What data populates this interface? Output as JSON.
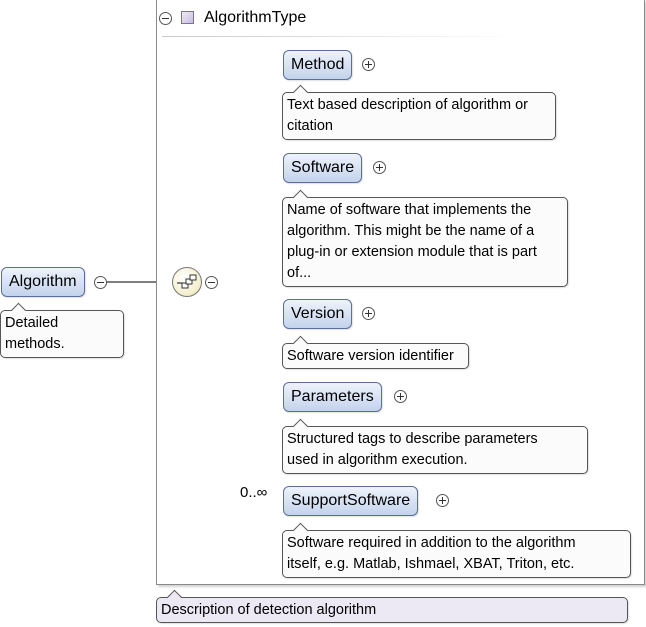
{
  "root_element": {
    "name": "Algorithm",
    "documentation": [
      "Detailed",
      "methods."
    ]
  },
  "type": {
    "name": "AlgorithmType",
    "documentation": "Description of detection algorithm"
  },
  "children": [
    {
      "name": "Method",
      "documentation": [
        "Text based description of algorithm or",
        "citation"
      ]
    },
    {
      "name": "Software",
      "documentation": [
        "Name of software that implements the",
        "algorithm. This might be the name of a",
        "plug-in or extension module that is part",
        "of..."
      ]
    },
    {
      "name": "Version",
      "documentation": [
        "Software version identifier"
      ]
    },
    {
      "name": "Parameters",
      "documentation": [
        "Structured tags to describe parameters",
        "used in algorithm execution."
      ]
    },
    {
      "name": "SupportSoftware",
      "occurrence": "0..∞",
      "documentation": [
        "Software required in addition to the algorithm",
        "itself, e.g. Matlab, Ishmael, XBAT, Triton, etc."
      ]
    }
  ],
  "icons": {
    "collapse": "minus-circle-icon",
    "expand": "plus-circle-icon",
    "complex_type": "square-type-icon",
    "sequence": "sequence-compositor-icon"
  },
  "colors": {
    "element_fill": "#d6e1f3",
    "element_border": "#5b6f9a",
    "type_doc_fill": "#ece8f4",
    "sequence_fill": "#f6f1d3"
  }
}
